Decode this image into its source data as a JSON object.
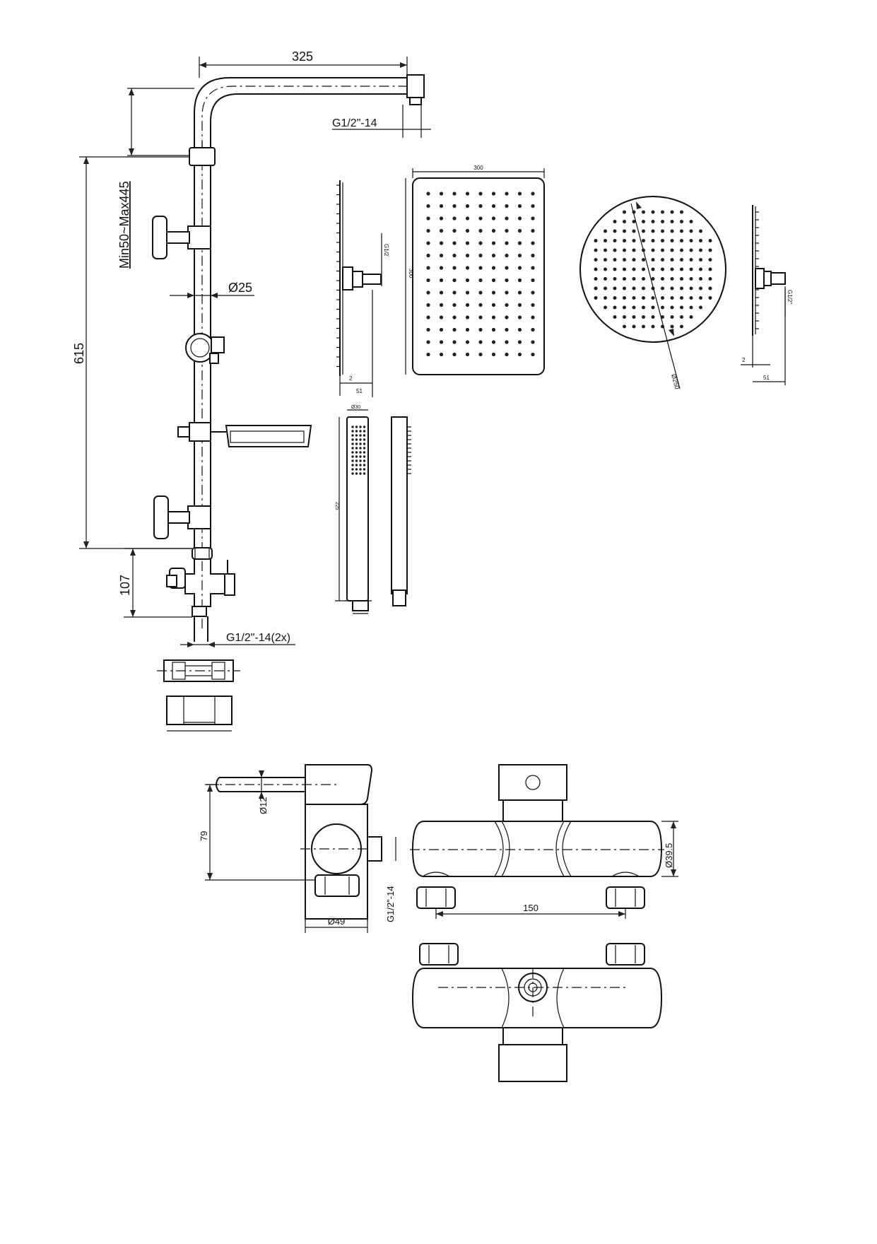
{
  "drawing": {
    "shower_column": {
      "dim_arm_length": "325",
      "dim_arm_connection": "G1/2\"-14",
      "dim_adjustable_height": "Min50~Max445",
      "dim_rail_diameter": "Ø25",
      "dim_rail_length": "615",
      "dim_mixer_height": "107",
      "dim_inlet_connection": "G1/2\"-14(2x)"
    },
    "square_head": {
      "dim_width": "300",
      "dim_height": "300",
      "dim_side_thickness": "2",
      "dim_side_depth": "51",
      "dim_side_connection": "G1/2"
    },
    "round_head": {
      "dim_diameter": "Ø250",
      "dim_side_thickness": "2",
      "dim_side_depth": "51",
      "dim_side_connection": "G1/2\""
    },
    "hand_shower": {
      "dim_width": "Ø30",
      "dim_length": "225"
    },
    "mixer": {
      "dim_lever_diameter": "Ø12",
      "dim_height": "79",
      "dim_body_diameter": "Ø49",
      "dim_outlet_connection": "G1/2\"-14",
      "dim_cylinder_diameter": "Ø39.5",
      "dim_inlet_spacing": "150"
    }
  }
}
